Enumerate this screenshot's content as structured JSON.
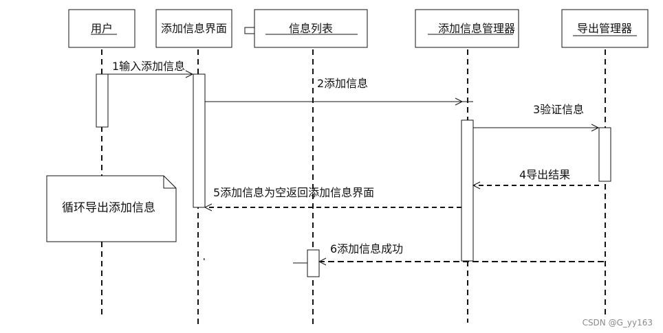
{
  "participants": {
    "user": "用户",
    "add_ui": "添加信息界面",
    "info_list": "信息列表",
    "add_manager": "添加信息管理器",
    "export_manager": "导出管理器"
  },
  "messages": {
    "m1": "1输入添加信息",
    "m2": "2添加信息",
    "m3": "3验证信息",
    "m4": "4导出结果",
    "m5": "5添加信息为空返回添加信息界面",
    "m6": "6添加信息成功"
  },
  "note": {
    "text": "循环导出添加信息"
  },
  "watermark": "CSDN @G_yy163"
}
